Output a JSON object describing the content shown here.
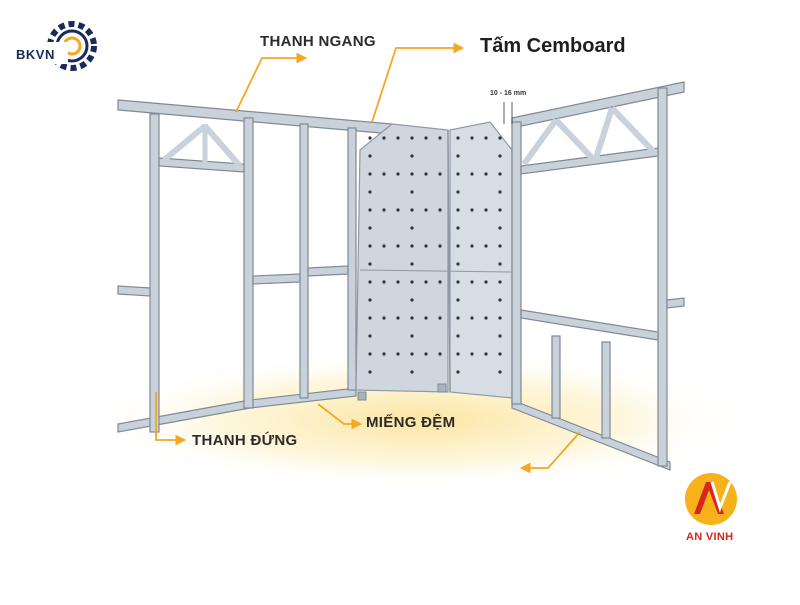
{
  "labels": {
    "horizontal_rail": "THANH NGANG",
    "cement_board": "Tấm Cemboard",
    "vertical_stud": "THANH ĐỨNG",
    "spacer": "MIẾNG ĐỆM",
    "gap_dimension": "10 - 16 mm"
  },
  "logos": {
    "left": "BKVN",
    "right": "AN VINH"
  },
  "colors": {
    "accent_orange": "#f5a623",
    "frame_steel": "#c9d1da",
    "frame_edge": "#7f8a96",
    "board": "#cfd6dd",
    "floor_glow": "#fdf1c4",
    "bkvn_navy": "#1b2a5a",
    "anvinh_red": "#d8261c"
  }
}
